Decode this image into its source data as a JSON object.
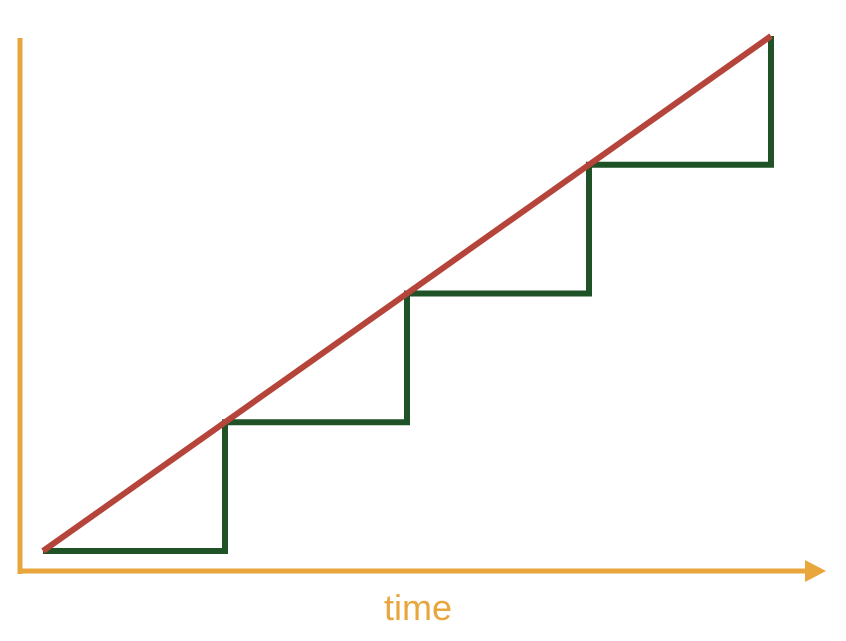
{
  "chart_data": {
    "type": "line",
    "title": "",
    "xlabel": "time",
    "ylabel": "",
    "xlim": [
      0,
      4
    ],
    "ylim": [
      0,
      4
    ],
    "grid": false,
    "legend": "none",
    "series": [
      {
        "shape": "straight",
        "color": "#b5443b",
        "x": [
          0,
          4
        ],
        "y": [
          0,
          4
        ]
      },
      {
        "shape": "step",
        "color": "#1f5227",
        "x": [
          0,
          1,
          1,
          2,
          2,
          3,
          3,
          4,
          4
        ],
        "y": [
          0,
          0,
          1,
          1,
          2,
          2,
          3,
          3,
          4
        ]
      }
    ]
  },
  "colors": {
    "axis": "#e8a63d",
    "label": "#e8a63d"
  }
}
